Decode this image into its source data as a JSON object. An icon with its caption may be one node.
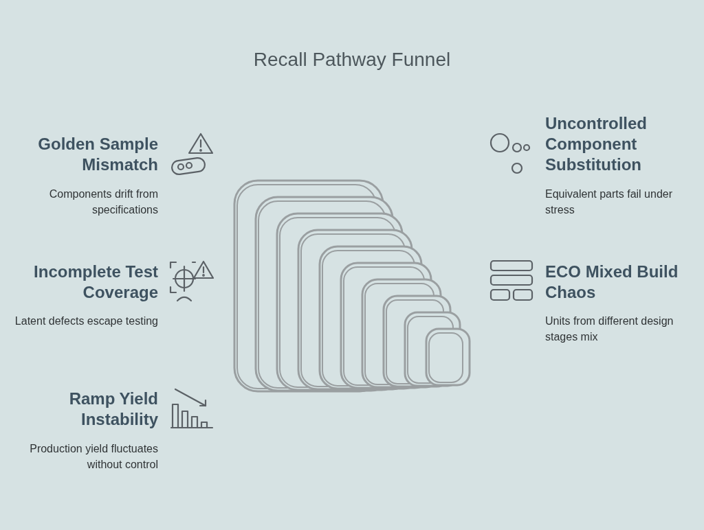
{
  "diagram": {
    "title": "Recall Pathway Funnel",
    "labels": [
      "Golden Sample Mismatch",
      "Components drift from specifications",
      "Uncontrolled Component Substitution",
      "Equivalent parts fail under stress",
      "Incomplete Test Coverage",
      "Latent defects escape testing",
      "ECO Mixed Build Chaos",
      "Units from different design stages mix",
      "Ramp Yield Instability",
      "Production yield fluctuates without control"
    ]
  }
}
